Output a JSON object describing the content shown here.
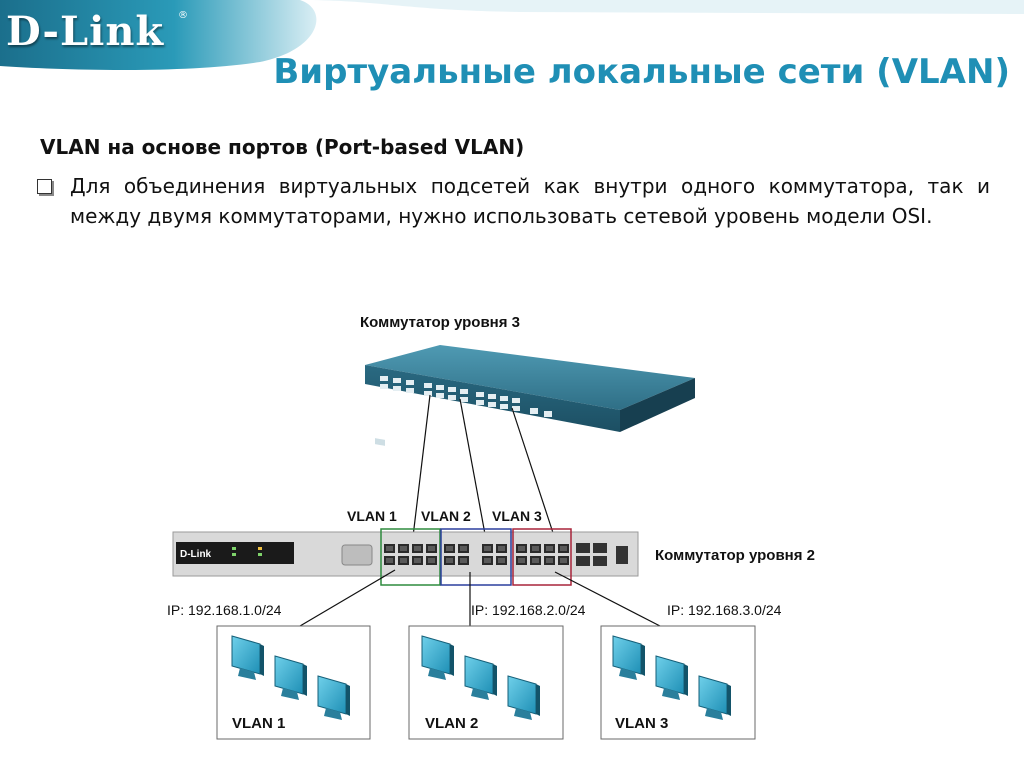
{
  "header": {
    "logo_text": "D-Link",
    "logo_mark": "®",
    "title": "Виртуальные локальные сети (VLAN)",
    "band_color": "#1b7f9e",
    "title_color": "#1f8fb5"
  },
  "content": {
    "subtitle": "VLAN на основе портов (Port-based VLAN)",
    "bullet_icon": "checkbox-bullet-icon",
    "bullet": "Для объединения виртуальных подсетей как внутри одного коммутатора, так и между двумя коммутаторами, нужно использовать сетевой уровень модели OSI."
  },
  "diagram": {
    "l3_switch_label": "Коммутатор уровня 3",
    "l2_switch_label": "Коммутатор уровня 2",
    "l2_switch_brand": "D-Link",
    "vlan_groups": [
      {
        "label": "VLAN 1",
        "color": "#2e8b3e"
      },
      {
        "label": "VLAN 2",
        "color": "#2b3f9e"
      },
      {
        "label": "VLAN 3",
        "color": "#a8243a"
      }
    ],
    "subnets": [
      {
        "ip": "IP: 192.168.1.0/24",
        "label": "VLAN 1"
      },
      {
        "ip": "IP: 192.168.2.0/24",
        "label": "VLAN 2"
      },
      {
        "ip": "IP: 192.168.3.0/24",
        "label": "VLAN 3"
      }
    ]
  }
}
